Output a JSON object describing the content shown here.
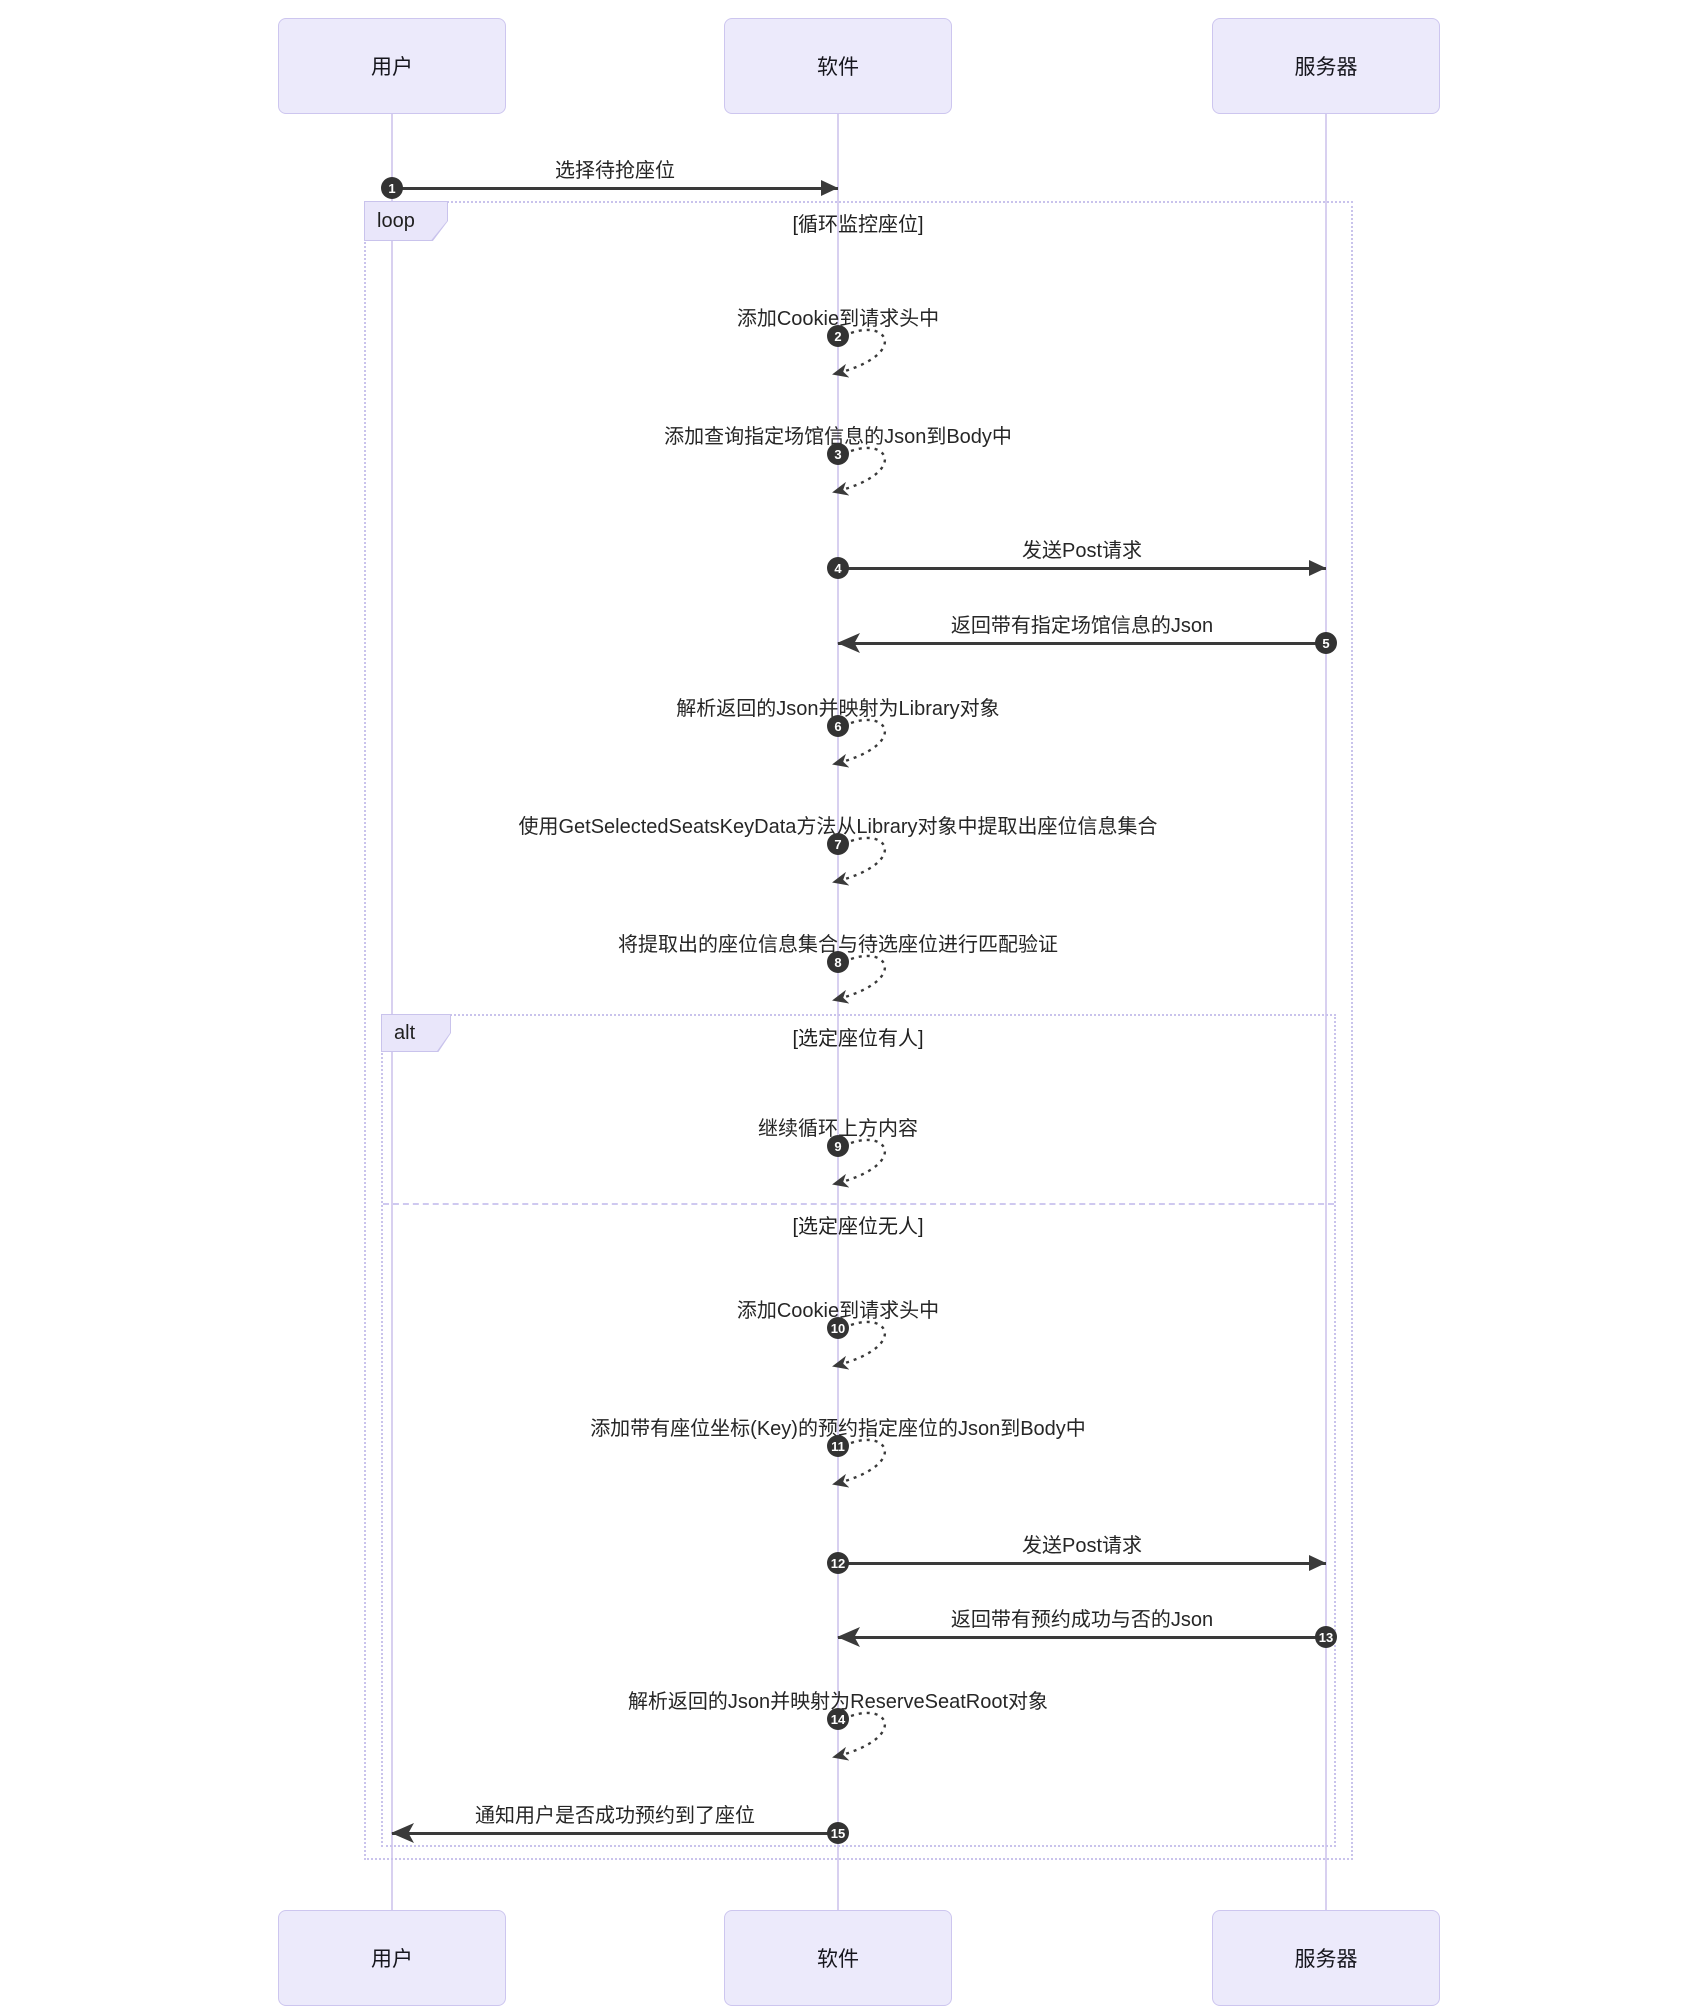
{
  "actors": [
    {
      "name": "用户"
    },
    {
      "name": "软件"
    },
    {
      "name": "服务器"
    }
  ],
  "frames": {
    "loop": {
      "label": "loop",
      "guard": "[循环监控座位]"
    },
    "alt": {
      "label": "alt",
      "guards": [
        "[选定座位有人]",
        "[选定座位无人]"
      ]
    }
  },
  "messages": [
    {
      "num": "1",
      "from": "用户",
      "to": "软件",
      "kind": "sync",
      "text": "选择待抢座位"
    },
    {
      "num": "2",
      "from": "软件",
      "to": "软件",
      "kind": "self",
      "text": "添加Cookie到请求头中"
    },
    {
      "num": "3",
      "from": "软件",
      "to": "软件",
      "kind": "self",
      "text": "添加查询指定场馆信息的Json到Body中"
    },
    {
      "num": "4",
      "from": "软件",
      "to": "服务器",
      "kind": "sync",
      "text": "发送Post请求"
    },
    {
      "num": "5",
      "from": "服务器",
      "to": "软件",
      "kind": "sync",
      "text": "返回带有指定场馆信息的Json"
    },
    {
      "num": "6",
      "from": "软件",
      "to": "软件",
      "kind": "self",
      "text": "解析返回的Json并映射为Library对象"
    },
    {
      "num": "7",
      "from": "软件",
      "to": "软件",
      "kind": "self",
      "text": "使用GetSelectedSeatsKeyData方法从Library对象中提取出座位信息集合"
    },
    {
      "num": "8",
      "from": "软件",
      "to": "软件",
      "kind": "self",
      "text": "将提取出的座位信息集合与待选座位进行匹配验证"
    },
    {
      "num": "9",
      "from": "软件",
      "to": "软件",
      "kind": "self",
      "text": "继续循环上方内容"
    },
    {
      "num": "10",
      "from": "软件",
      "to": "软件",
      "kind": "self",
      "text": "添加Cookie到请求头中"
    },
    {
      "num": "11",
      "from": "软件",
      "to": "软件",
      "kind": "self",
      "text": "添加带有座位坐标(Key)的预约指定座位的Json到Body中"
    },
    {
      "num": "12",
      "from": "软件",
      "to": "服务器",
      "kind": "sync",
      "text": "发送Post请求"
    },
    {
      "num": "13",
      "from": "服务器",
      "to": "软件",
      "kind": "sync",
      "text": "返回带有预约成功与否的Json"
    },
    {
      "num": "14",
      "from": "软件",
      "to": "软件",
      "kind": "self",
      "text": "解析返回的Json并映射为ReserveSeatRoot对象"
    },
    {
      "num": "15",
      "from": "软件",
      "to": "用户",
      "kind": "sync",
      "text": "通知用户是否成功预约到了座位"
    }
  ],
  "colors": {
    "actor_fill": "#ECEAFB",
    "actor_border": "#CDC6EF",
    "lifeline": "#D8D0F0",
    "frame_border": "#C9C3EC",
    "tab_fill": "#E9E6FA",
    "arrow": "#3A3A3A",
    "number_badge": "#333333",
    "text": "#262626",
    "background": "#FFFFFF"
  }
}
